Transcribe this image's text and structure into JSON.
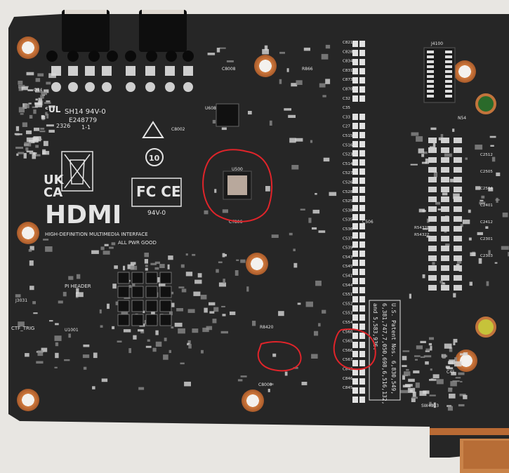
{
  "board": {
    "pcb_color": "#262626",
    "copper_color": "#c2743c",
    "silkscreen_color": "#e4e4e4",
    "highlight_color": "#e0242a"
  },
  "silkscreen": {
    "hdmi_logo": "HDMI",
    "hdmi_tagline": "HIGH-DEFINITION MULTIMEDIA INTERFACE",
    "ul_rating": "SH14 94V-0",
    "ul_file": "E248779",
    "date_code": "2326",
    "revision": "1-1",
    "ukca_top": "UK",
    "ukca_bottom": "CA",
    "fcc_ce": "FC CE",
    "fcc_rating": "94V-0",
    "rohs_mark": "10",
    "patent_line1": "U.S. Patent Nos. 6,830,549,",
    "patent_line2": "6,381,747,7,050,698,6,516,132,",
    "patent_line3": "and 5,583,936.",
    "chip_label": "U500",
    "pwr_good": "ALL PWR GOOD",
    "pi_header": "PI HEADER",
    "ctf_trig": "CTF_TRIG",
    "sw_label": "SW4013",
    "ref_j4100": "J4100",
    "ref_n54": "N54",
    "ref_r866": "R866",
    "ref_c8008": "C8008",
    "ref_c8002": "C8002",
    "ref_c8000": "C8000",
    "ref_u608": "U608",
    "ref_u1001": "U1001",
    "ref_j3031": "J3031",
    "ref_q14": "Q14",
    "ref_u15": "U15",
    "ref_c506": "C506",
    "ref_c45": "C45",
    "ref_ct806": "CT806",
    "ref_r8420": "R8420",
    "caps_col1": [
      "C821",
      "C828",
      "C834",
      "C831",
      "C873",
      "C870",
      "C32",
      "C35",
      "C33",
      "C27",
      "C515",
      "C516",
      "C523",
      "C514",
      "C527",
      "C526",
      "C528",
      "C525",
      "C538",
      "C535",
      "C536",
      "C537",
      "C539",
      "C543",
      "C545",
      "C541",
      "C544",
      "C551",
      "C552",
      "C553",
      "C554",
      "C560",
      "C565",
      "C566",
      "C567",
      "C842",
      "C846",
      "C845"
    ],
    "caps_col2": [
      "C2512",
      "C2505",
      "C2504",
      "C2401",
      "C2412",
      "C2301",
      "C2303"
    ],
    "caps_col3": [
      "R54328",
      "R54327"
    ]
  },
  "annotations": [
    {
      "label": "highlight-ring-controller-chip"
    },
    {
      "label": "highlight-ring-capacitor-pair"
    },
    {
      "label": "highlight-ring-capacitor-column"
    }
  ]
}
